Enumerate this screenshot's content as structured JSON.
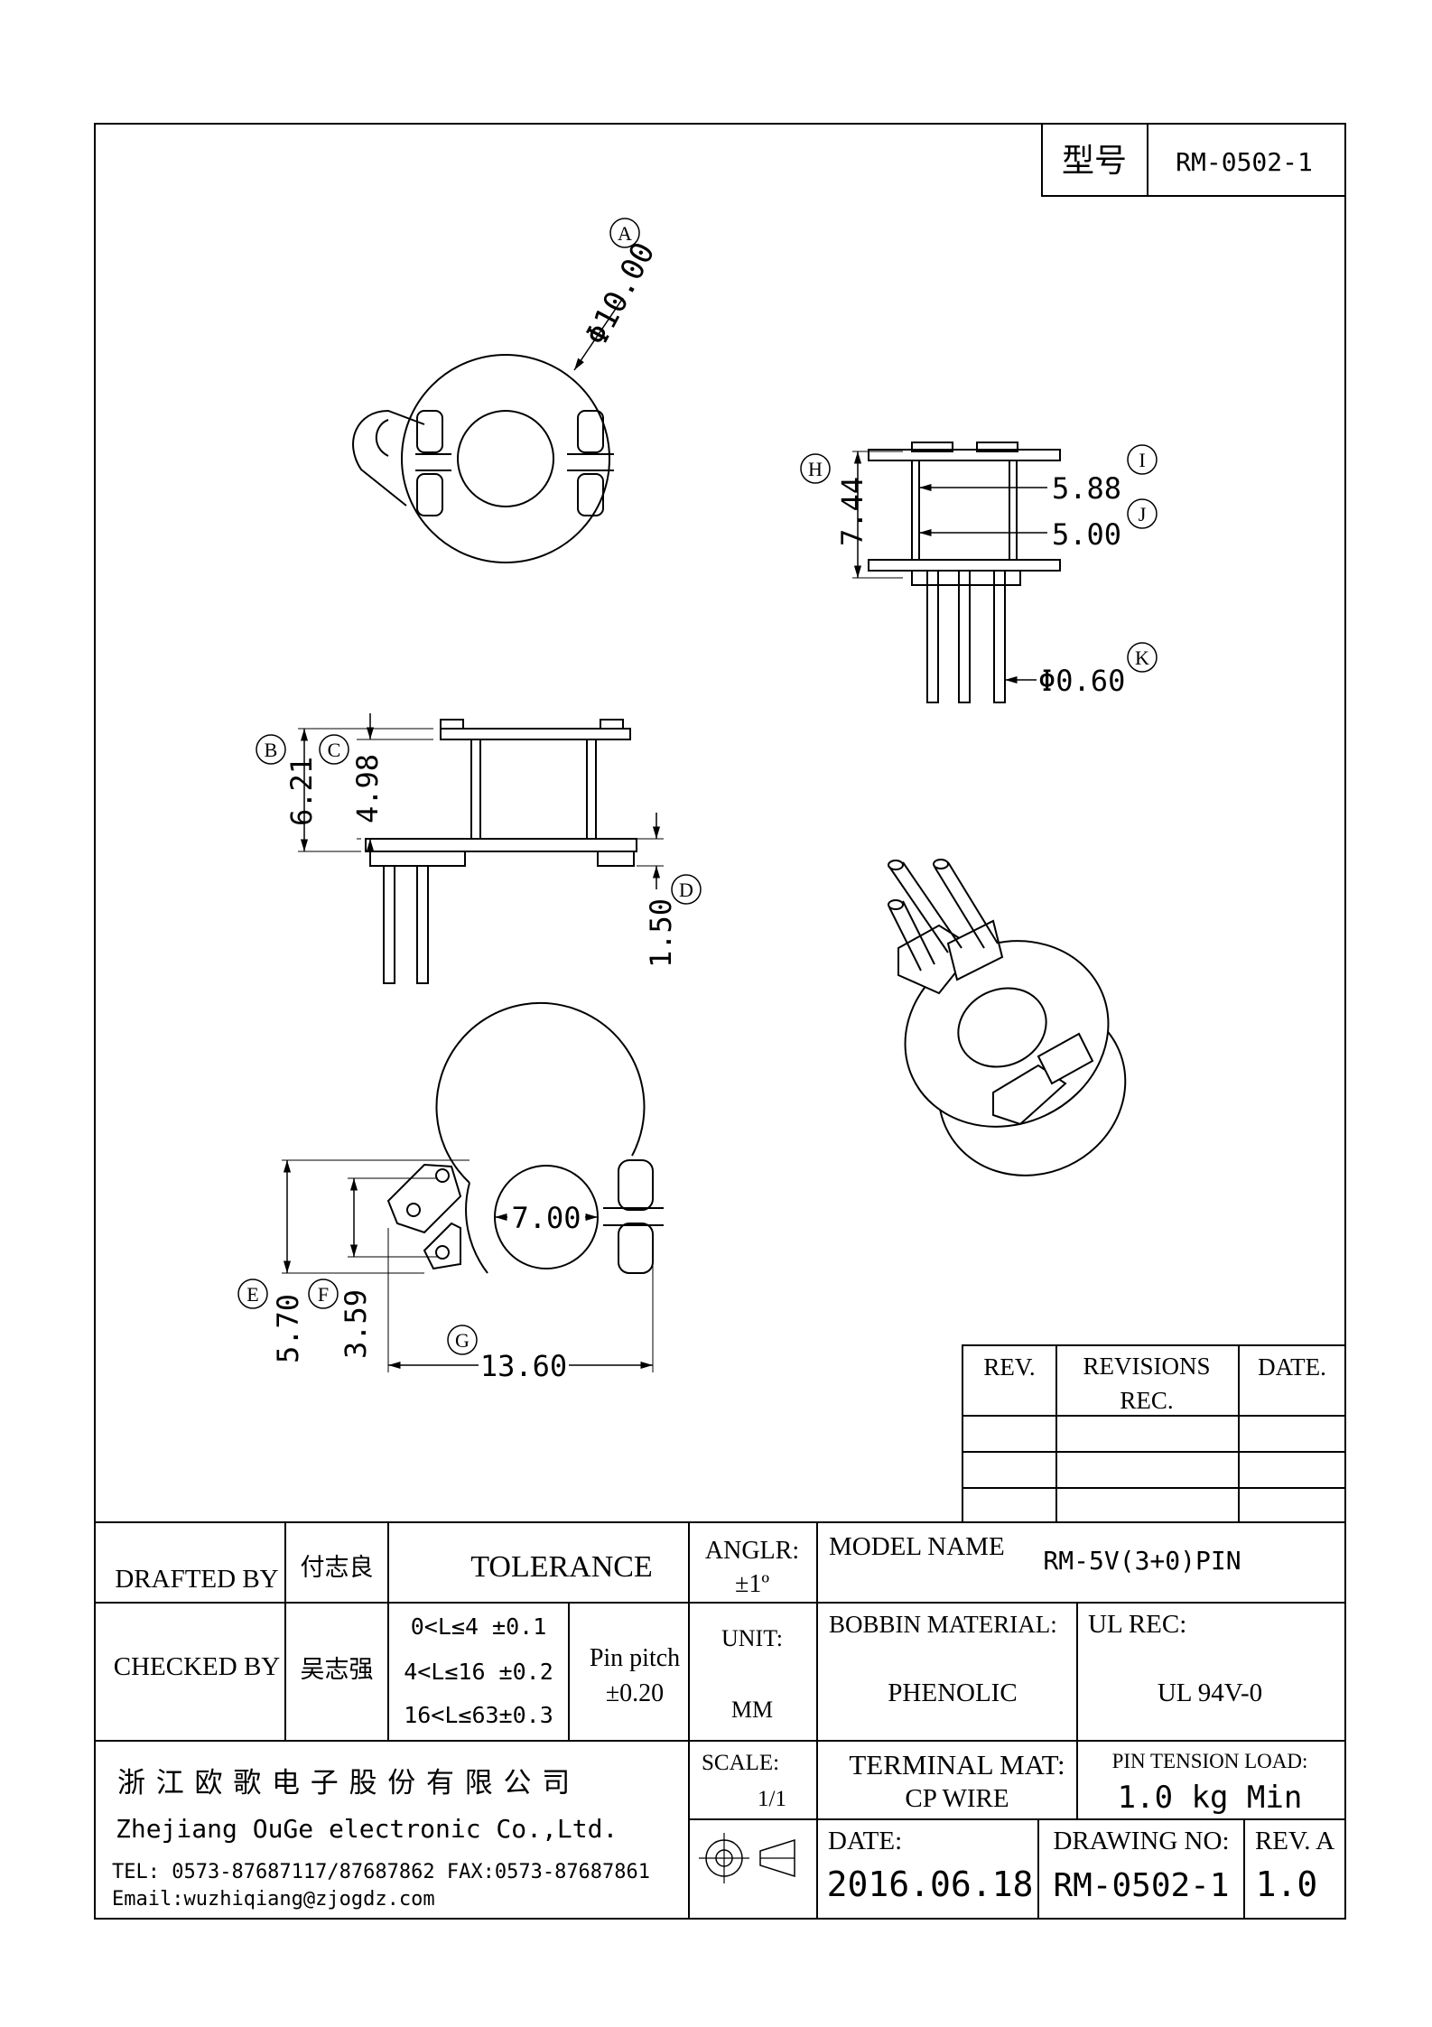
{
  "header": {
    "model_label": "型号",
    "model_value": "RM-0502-1"
  },
  "callouts": {
    "A": "A",
    "B": "B",
    "C": "C",
    "D": "D",
    "E": "E",
    "F": "F",
    "G": "G",
    "H": "H",
    "I": "I",
    "J": "J",
    "K": "K"
  },
  "dimensions": {
    "A": "Φ10.00",
    "B": "6.21",
    "C": "4.98",
    "D": "1.50",
    "E": "5.70",
    "F": "3.59",
    "G": "13.60",
    "H": "7.44",
    "I": "5.88",
    "J": "5.00",
    "K": "Φ0.60",
    "inner": "7.00"
  },
  "revisions": {
    "col_rev": "REV.",
    "col_records_line1": "REVISIONS",
    "col_records_line2": "REC.",
    "col_date": "DATE."
  },
  "title_block": {
    "drafted_by_label": "DRAFTED BY",
    "drafted_by_name": "付志良",
    "checked_by_label": "CHECKED BY",
    "checked_by_name": "吴志强",
    "tolerance_label": "TOLERANCE",
    "tol_row1": "0<L≤4  ±0.1",
    "tol_row2": "4<L≤16 ±0.2",
    "tol_row3": "16<L≤63±0.3",
    "pin_pitch_label": "Pin pitch",
    "pin_pitch_value": "±0.20",
    "angle_label": "ANGLR:",
    "angle_value": "±1º",
    "unit_label": "UNIT:",
    "unit_value": "MM",
    "model_name_label": "MODEL NAME",
    "model_name_value": "RM-5V(3+0)PIN",
    "bobbin_material_label": "BOBBIN MATERIAL:",
    "bobbin_material_value": "PHENOLIC",
    "ul_rec_label": "UL REC:",
    "ul_rec_value": "UL 94V-0",
    "company_cn": "浙 江 欧 歌 电 子 股 份 有 限 公 司",
    "company_en": "Zhejiang OuGe electronic Co.,Ltd.",
    "tel": "TEL: 0573-87687117/87687862  FAX:0573-87687861",
    "email": "Email:wuzhiqiang@zjogdz.com",
    "scale_label": "SCALE:",
    "scale_value": "1/1",
    "terminal_mat_label": "TERMINAL MAT:",
    "terminal_mat_value": "CP  WIRE",
    "pin_tension_label": "PIN  TENSION  LOAD:",
    "pin_tension_value": "1.0 kg Min",
    "date_label": "DATE:",
    "date_value": "2016.06.18",
    "drawing_no_label": "DRAWING NO:",
    "drawing_no_value": "RM-0502-1",
    "rev_a_label": "REV. A",
    "rev_a_value": "1.0"
  }
}
